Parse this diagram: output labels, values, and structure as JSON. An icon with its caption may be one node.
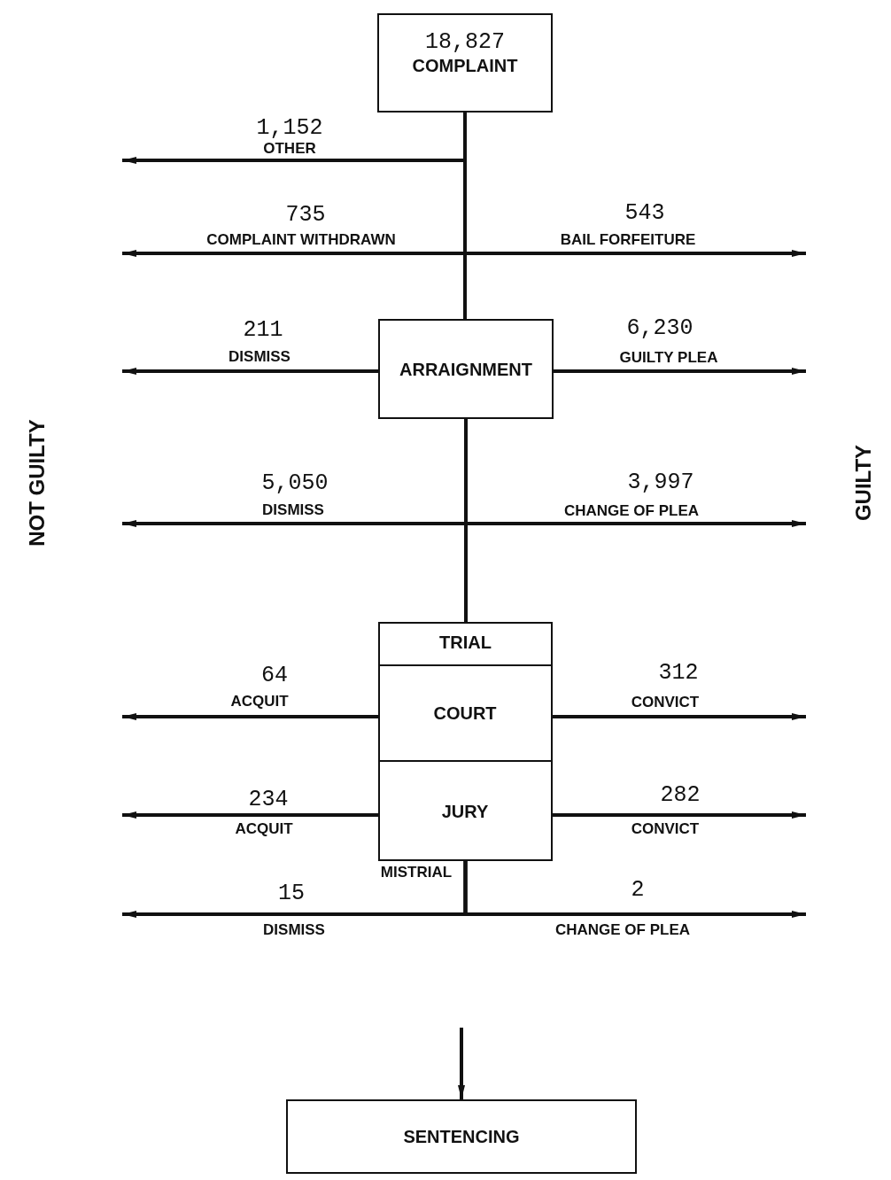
{
  "diagram": {
    "nodes": [
      {
        "text": [
          "18,827",
          "COMPLAINT"
        ]
      },
      {
        "text": [
          "ARRAIGNMENT"
        ]
      },
      {
        "text": [
          "TRIAL"
        ]
      },
      {
        "text": [
          "COURT"
        ],
        "in": 2
      },
      {
        "text": [
          "JURY"
        ],
        "in": 2
      },
      {
        "text": [
          "SENTENCING"
        ]
      }
    ],
    "edges": [
      {
        "from": 0,
        "to": 1,
        "arrow": "none"
      },
      {
        "from": 1,
        "to": 2,
        "arrow": "none"
      },
      {
        "from": 0,
        "to": null,
        "arrow": "to",
        "label": "OTHER"
      },
      {
        "from": 0,
        "to": null,
        "arrow": "to",
        "label": "COMPLAINT WITHDRAWN"
      },
      {
        "from": 0,
        "to": null,
        "arrow": "to",
        "label": "BAIL FORFEITURE"
      },
      {
        "from": 1,
        "to": null,
        "arrow": "to",
        "label": "DISMISS"
      },
      {
        "from": 1,
        "to": null,
        "arrow": "to",
        "label": "GUILTY PLEA"
      },
      {
        "from": 1,
        "to": null,
        "arrow": "to",
        "label": "DISMISS"
      },
      {
        "from": 1,
        "to": null,
        "arrow": "to",
        "label": "CHANGE OF PLEA"
      },
      {
        "from": 3,
        "to": null,
        "arrow": "to",
        "label": "ACQUIT"
      },
      {
        "from": 3,
        "to": null,
        "arrow": "to",
        "label": "CONVICT"
      },
      {
        "from": 4,
        "to": null,
        "arrow": "to",
        "label": "ACQUIT"
      },
      {
        "from": 4,
        "to": null,
        "arrow": "to",
        "label": "CONVICT"
      },
      {
        "from": 2,
        "to": null,
        "arrow": "none",
        "label": "MISTRIAL"
      },
      {
        "from": 2,
        "to": null,
        "arrow": "to",
        "label": "DISMISS"
      },
      {
        "from": 2,
        "to": null,
        "arrow": "to",
        "label": "CHANGE OF PLEA"
      },
      {
        "from": null,
        "to": 5,
        "arrow": "to"
      }
    ],
    "labels": [
      "1,152",
      "735",
      "543",
      "211",
      "6,230",
      "NOT GUILTY",
      "GUILTY",
      "5,050",
      "3,997",
      "64",
      "312",
      "234",
      "282",
      "15",
      "2"
    ]
  }
}
